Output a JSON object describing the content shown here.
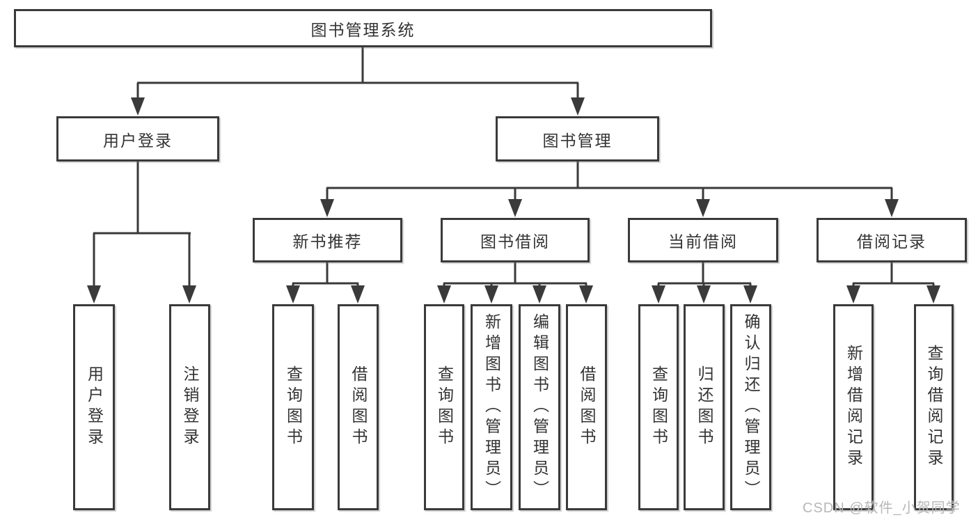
{
  "diagram_type": "hierarchy-tree",
  "title": "图书管理系统",
  "watermark": "CSDN @软件_小贺同学",
  "colors": {
    "line": "#3a3a3a",
    "border": "#3a3a3a",
    "text": "#333333",
    "box_background": "#ffffff",
    "watermark_text": "#b7b7b7"
  },
  "level2": [
    {
      "label": "用户登录"
    },
    {
      "label": "图书管理"
    }
  ],
  "level3": [
    {
      "label": "新书推荐"
    },
    {
      "label": "图书借阅"
    },
    {
      "label": "当前借阅"
    },
    {
      "label": "借阅记录"
    }
  ],
  "leaves": [
    {
      "label": "用户登录",
      "parent": "用户登录"
    },
    {
      "label": "注销登录",
      "parent": "用户登录"
    },
    {
      "label": "查询图书",
      "parent": "新书推荐"
    },
    {
      "label": "借阅图书",
      "parent": "新书推荐"
    },
    {
      "label": "查询图书",
      "parent": "图书借阅"
    },
    {
      "label": "新增图书（管理员）",
      "parent": "图书借阅"
    },
    {
      "label": "编辑图书（管理员）",
      "parent": "图书借阅"
    },
    {
      "label": "借阅图书",
      "parent": "图书借阅"
    },
    {
      "label": "查询图书",
      "parent": "当前借阅"
    },
    {
      "label": "归还图书",
      "parent": "当前借阅"
    },
    {
      "label": "确认归还（管理员）",
      "parent": "当前借阅"
    },
    {
      "label": "新增借阅记录",
      "parent": "借阅记录"
    },
    {
      "label": "查询借阅记录",
      "parent": "借阅记录"
    }
  ]
}
